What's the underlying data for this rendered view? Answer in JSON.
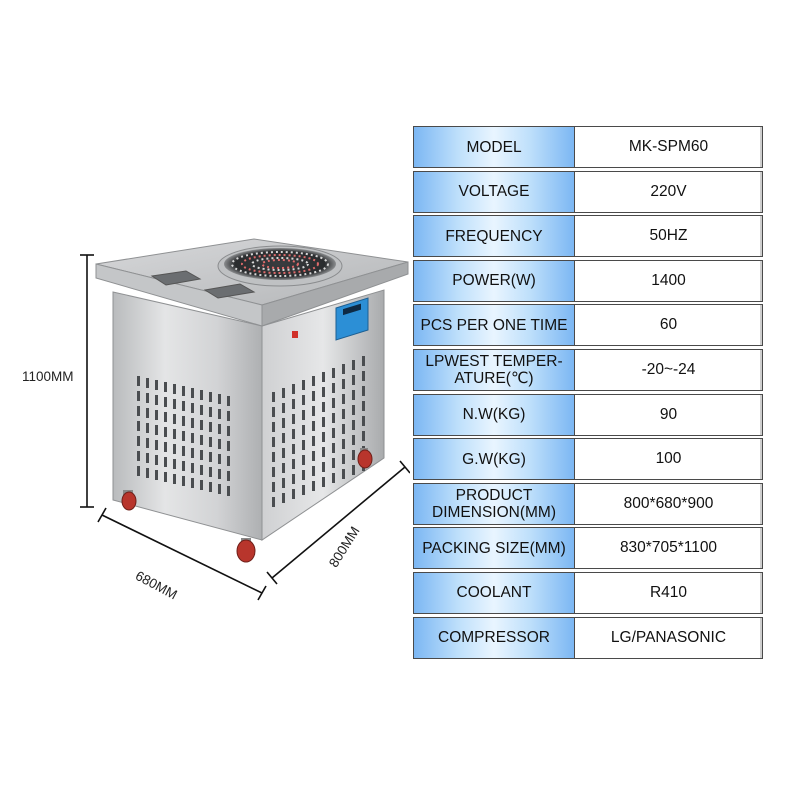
{
  "dimensions": {
    "height_label": "1100MM",
    "width_label": "680MM",
    "depth_label": "800MM"
  },
  "specs": [
    {
      "label": "MODEL",
      "value": "MK-SPM60"
    },
    {
      "label": "VOLTAGE",
      "value": "220V"
    },
    {
      "label": "FREQUENCY",
      "value": "50HZ"
    },
    {
      "label": "POWER(W)",
      "value": "1400"
    },
    {
      "label": "PCS PER ONE TIME",
      "value": "60"
    },
    {
      "label": "LPWEST TEMPER-\nATURE(℃)",
      "value": "-20~-24"
    },
    {
      "label": "N.W(KG)",
      "value": "90"
    },
    {
      "label": "G.W(KG)",
      "value": "100"
    },
    {
      "label": "PRODUCT\nDIMENSION(MM)",
      "value": "800*680*900"
    },
    {
      "label": "PACKING SIZE(MM)",
      "value": "830*705*1100"
    },
    {
      "label": "COOLANT",
      "value": "R410"
    },
    {
      "label": "COMPRESSOR",
      "value": "LG/PANASONIC"
    }
  ],
  "colors": {
    "label_gradient_edge": "#7cb7f3",
    "label_gradient_center": "#e9f5ff",
    "border": "#4a4a4a",
    "steel": "#c9cbcd"
  }
}
